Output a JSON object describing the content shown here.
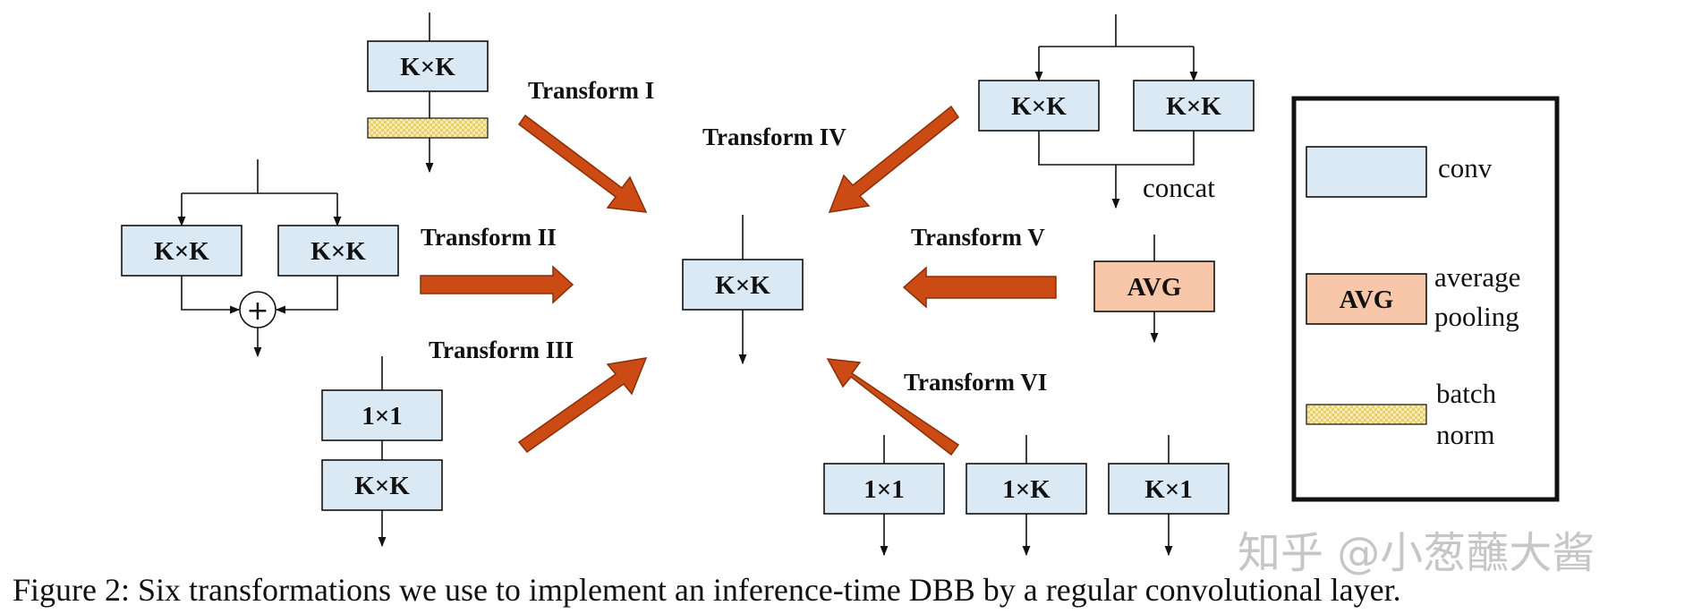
{
  "blocks": {
    "t1_kxk": "K×K",
    "t2_kxk_left": "K×K",
    "t2_kxk_right": "K×K",
    "t2_add": "+",
    "t3_1x1": "1×1",
    "t3_kxk": "K×K",
    "center_kxk": "K×K",
    "t4_kxk_left": "K×K",
    "t4_kxk_right": "K×K",
    "t4_concat": "concat",
    "t5_avg": "AVG",
    "t6_1x1": "1×1",
    "t6_1xk": "1×K",
    "t6_kx1": "K×1"
  },
  "transforms": [
    {
      "id": "I",
      "label": "Transform I"
    },
    {
      "id": "II",
      "label": "Transform II"
    },
    {
      "id": "III",
      "label": "Transform III"
    },
    {
      "id": "IV",
      "label": "Transform IV"
    },
    {
      "id": "V",
      "label": "Transform V"
    },
    {
      "id": "VI",
      "label": "Transform VI"
    }
  ],
  "legend": {
    "conv_label": "conv",
    "avg_box": "AVG",
    "avg_label_line1": "average",
    "avg_label_line2": "pooling",
    "bn_label_line1": "batch",
    "bn_label_line2": "norm"
  },
  "colors": {
    "conv_fill": "#dbe9f5",
    "avg_fill": "#f8c7a9",
    "bn_fill": "#f5e6a3",
    "arrow_fill": "#cc4a14"
  },
  "caption": "Figure 2: Six transformations we use to implement an inference-time DBB by a regular convolutional layer.",
  "watermark": "知乎 @小葱蘸大酱"
}
